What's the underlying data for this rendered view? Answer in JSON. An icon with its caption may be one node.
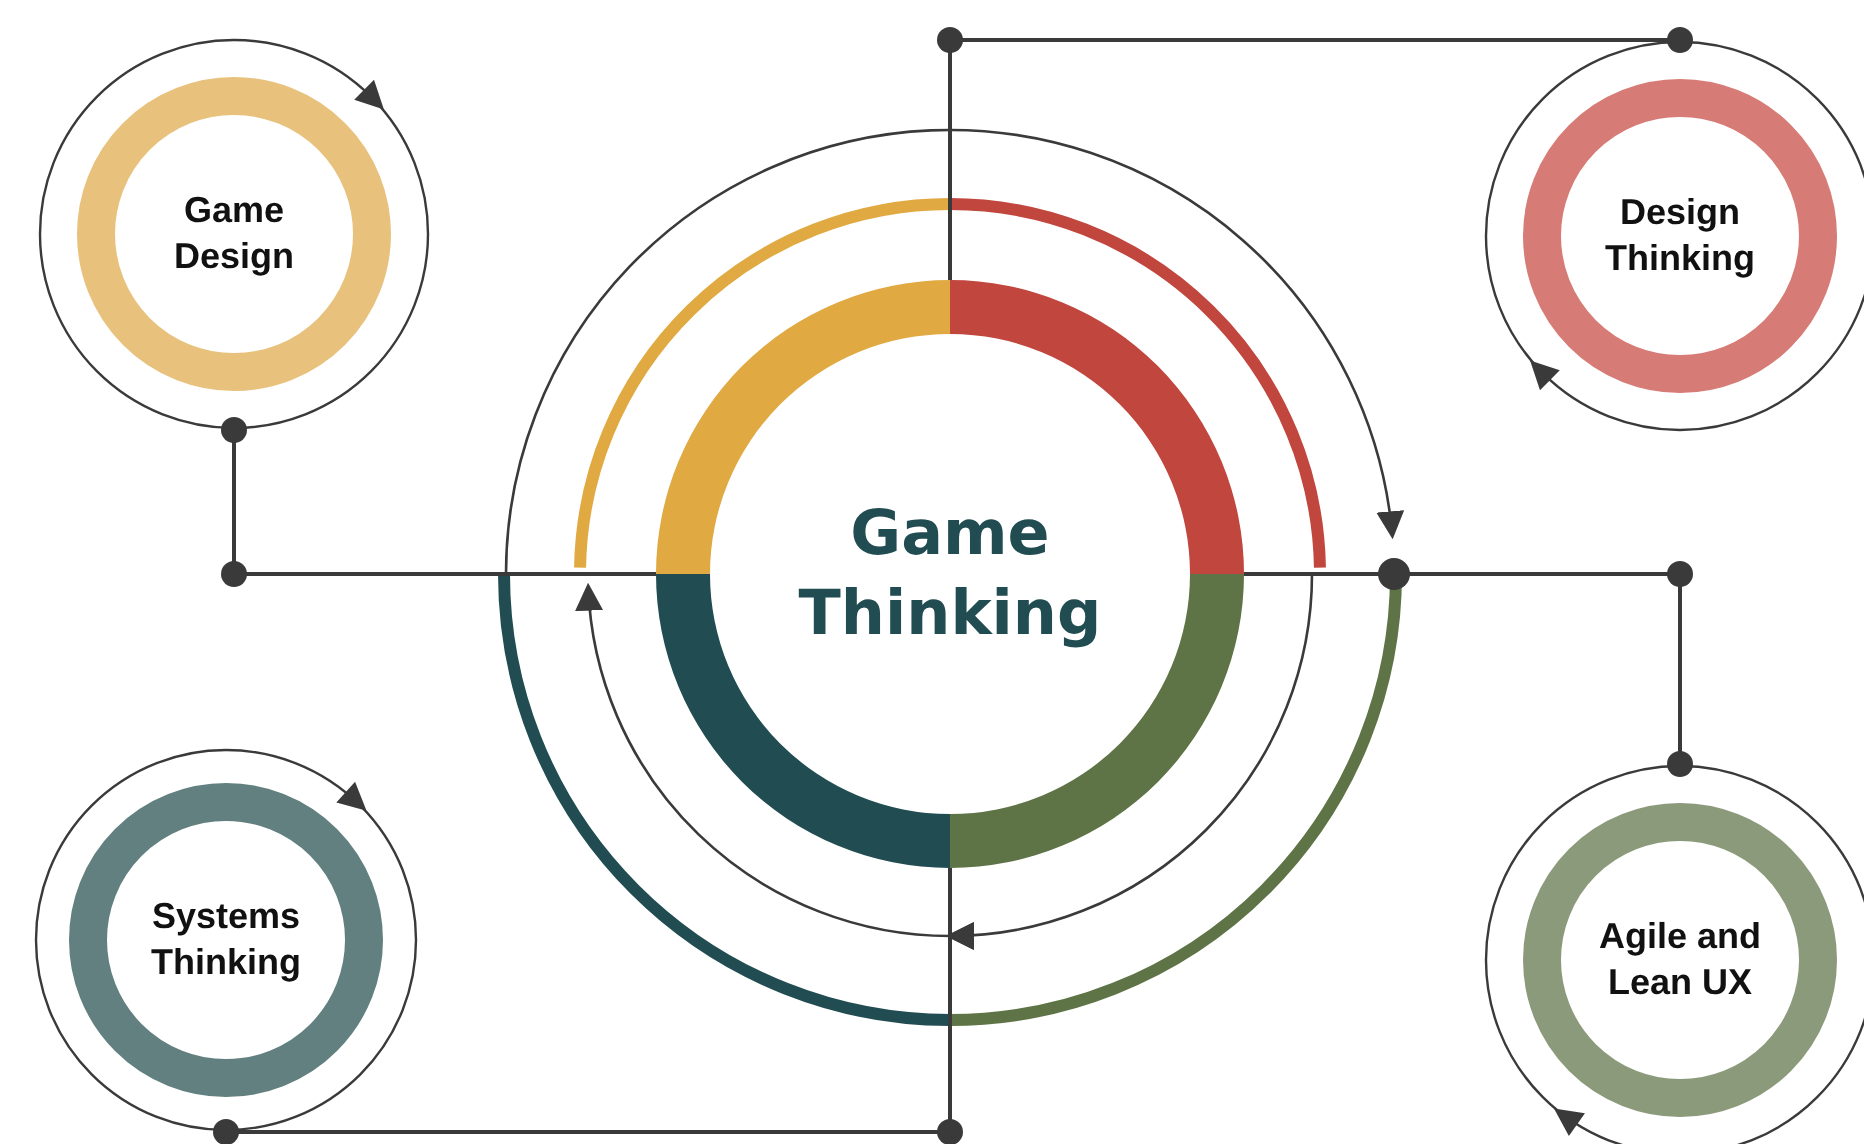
{
  "diagram": {
    "nodes": [
      {
        "text": [
          "Game Thinking"
        ]
      },
      {
        "text": [
          "Game Design"
        ]
      },
      {
        "text": [
          "Design Thinking"
        ]
      },
      {
        "text": [
          "Systems Thinking"
        ]
      },
      {
        "text": [
          "Agile and Lean UX"
        ]
      }
    ],
    "edges": [
      {
        "from": 1,
        "to": 0,
        "arrow": "other"
      },
      {
        "from": 2,
        "to": 0,
        "arrow": "other"
      },
      {
        "from": 4,
        "to": 0,
        "arrow": "other"
      },
      {
        "from": 3,
        "to": 0,
        "arrow": "other"
      },
      {
        "from": 0,
        "to": 0,
        "arrow": "to"
      },
      {
        "from": 0,
        "to": 0,
        "arrow": "to"
      }
    ]
  }
}
